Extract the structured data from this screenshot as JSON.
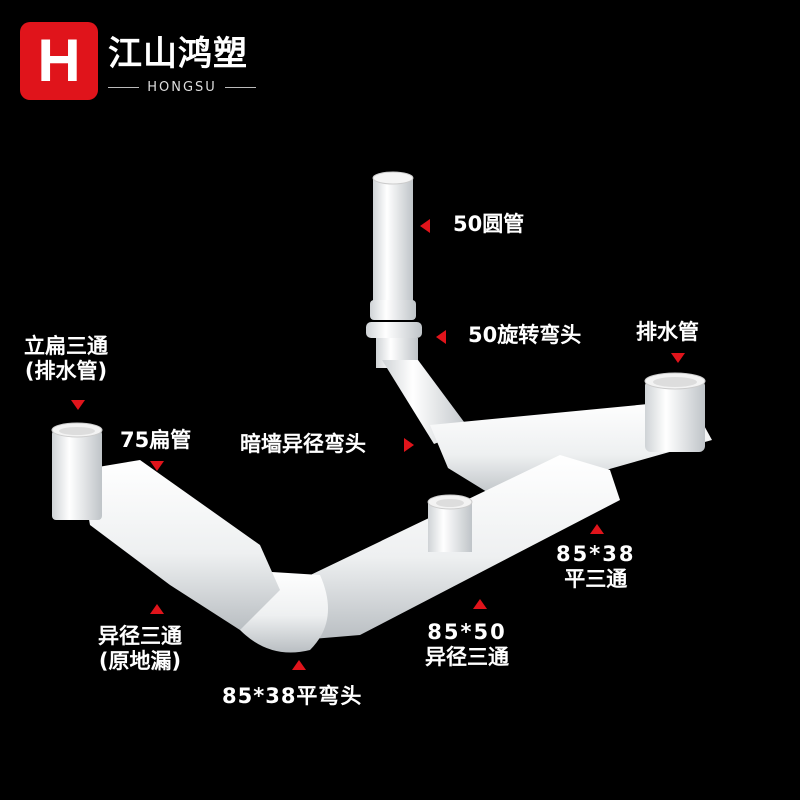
{
  "brand": {
    "logo_letter": "H",
    "name_cn": "江山鸿塑",
    "name_en": "HONGSU",
    "accent_color": "#e0141b"
  },
  "labels": {
    "round_pipe_50": "50圆管",
    "swivel_elbow_50": "50旋转弯头",
    "drain_pipe": "排水管",
    "upright_tee_line1": "立扁三通",
    "upright_tee_line2": "(排水管)",
    "flat_pipe_75": "75扁管",
    "concealed_reducer_elbow": "暗墙异径弯头",
    "flat_tee_size": "85*38",
    "flat_tee_name": "平三通",
    "reducer_tee_floor_line1": "异径三通",
    "reducer_tee_floor_line2": "(原地漏)",
    "reducer_tee_size": "85*50",
    "reducer_tee_name": "异径三通",
    "flat_elbow": "85*38平弯头"
  }
}
